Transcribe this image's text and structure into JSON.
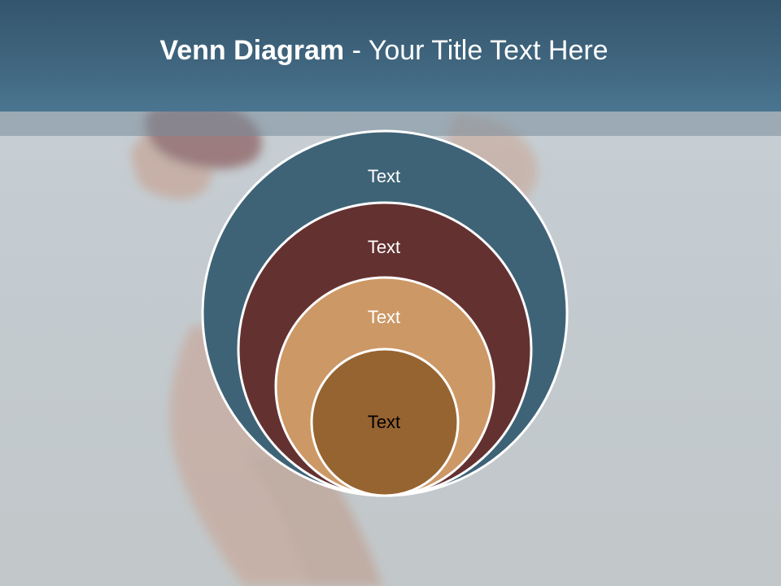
{
  "slide": {
    "title_bold": "Venn Diagram",
    "title_rest": " - Your Title Text Here"
  },
  "diagram": {
    "type": "nested-venn",
    "circles": [
      {
        "label": "Text",
        "fill": "#3e6377",
        "text_color": "#ffffff"
      },
      {
        "label": "Text",
        "fill": "#643131",
        "text_color": "#ffffff"
      },
      {
        "label": "Text",
        "fill": "#cc9866",
        "text_color": "#ffffff"
      },
      {
        "label": "Text",
        "fill": "#966431",
        "text_color": "#000000"
      }
    ]
  },
  "colors": {
    "title_bar": "#40657e",
    "background": "#c6cdd1",
    "circle_outline": "#ffffff"
  }
}
